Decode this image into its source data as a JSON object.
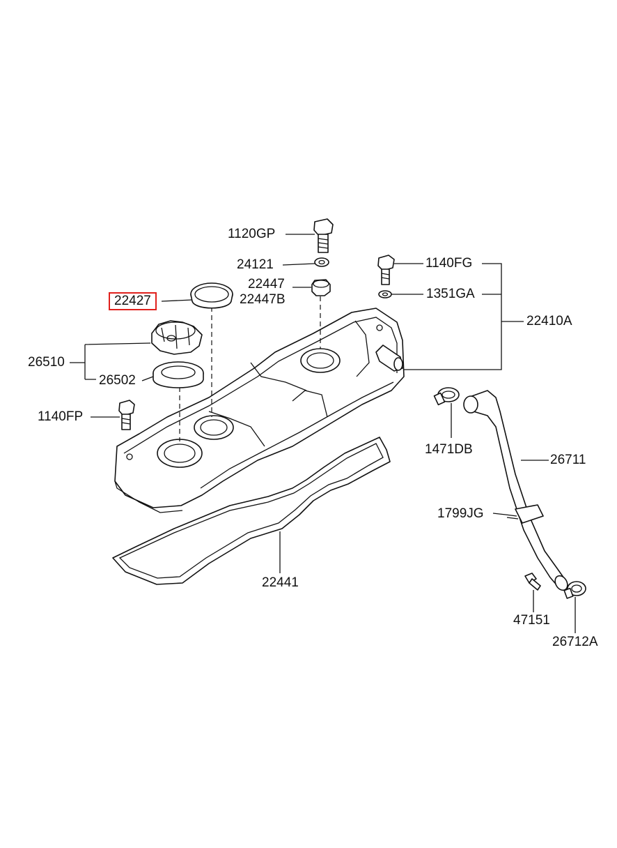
{
  "highlight_color": "#e0201c",
  "labels": {
    "p1120GP": "1120GP",
    "p24121": "24121",
    "p22447": "22447",
    "p22447B": "22447B",
    "p22427": "22427",
    "p26510": "26510",
    "p26502": "26502",
    "p1140FP": "1140FP",
    "p1140FG": "1140FG",
    "p1351GA": "1351GA",
    "p22410A": "22410A",
    "p1471DB": "1471DB",
    "p26711": "26711",
    "p1799JG": "1799JG",
    "p22441": "22441",
    "p47151": "47151",
    "p26712A": "26712A"
  },
  "selected_part": "22427"
}
